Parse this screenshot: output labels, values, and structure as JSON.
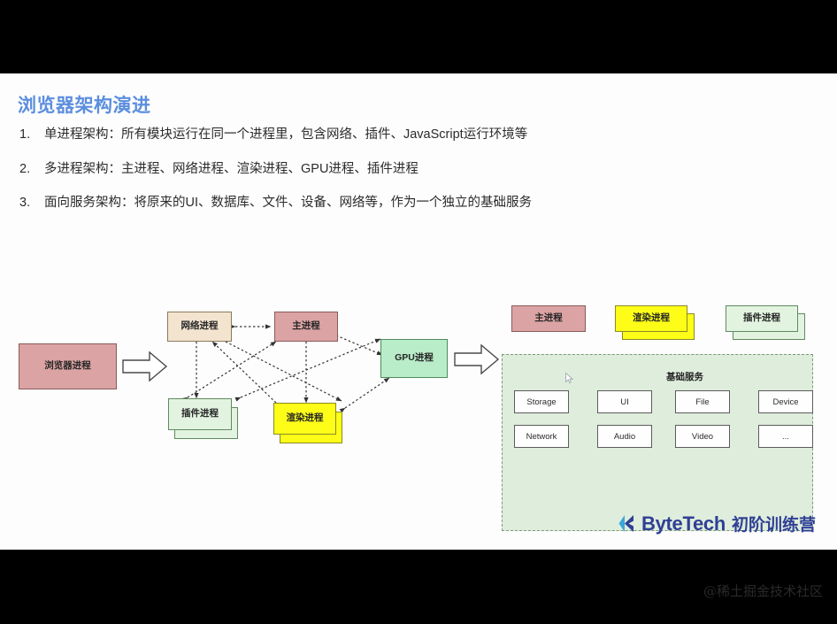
{
  "slide": {
    "title": "浏览器架构演进",
    "bullets": [
      {
        "num": "1.",
        "text": "单进程架构：所有模块运行在同一个进程里，包含网络、插件、JavaScript运行环境等"
      },
      {
        "num": "2.",
        "text": "多进程架构：主进程、网络进程、渲染进程、GPU进程、插件进程"
      },
      {
        "num": "3.",
        "text": "面向服务架构：将原来的UI、数据库、文件、设备、网络等，作为一个独立的基础服务"
      }
    ],
    "title_color": "#5b8ede"
  },
  "diagram": {
    "single_process": {
      "label": "浏览器进程",
      "color": "#dba3a3"
    },
    "multi_process": {
      "network": {
        "label": "网络进程",
        "color": "#f3e4cf"
      },
      "main": {
        "label": "主进程",
        "color": "#dba3a3"
      },
      "plugin": {
        "label": "插件进程",
        "color": "#e2f4e0"
      },
      "renderer": {
        "label": "渲染进程",
        "color": "#fdfd18"
      },
      "gpu": {
        "label": "GPU进程",
        "color": "#b9ecc8"
      }
    },
    "service_oriented": {
      "processes": [
        {
          "label": "主进程",
          "color": "#dba3a3",
          "stacked": false
        },
        {
          "label": "渲染进程",
          "color": "#fdfd18",
          "stacked": true
        },
        {
          "label": "插件进程",
          "color": "#e2f4e0",
          "stacked": true
        }
      ],
      "panel_title": "基础服务",
      "services_row1": [
        "Storage",
        "UI",
        "File",
        "Device"
      ],
      "services_row2": [
        "Network",
        "Audio",
        "Video",
        "..."
      ]
    }
  },
  "footer": {
    "brand_name": "ByteTech",
    "brand_sub": "初阶训练营",
    "brand_color": "#2f3f95"
  },
  "watermark": "@稀土掘金技术社区"
}
